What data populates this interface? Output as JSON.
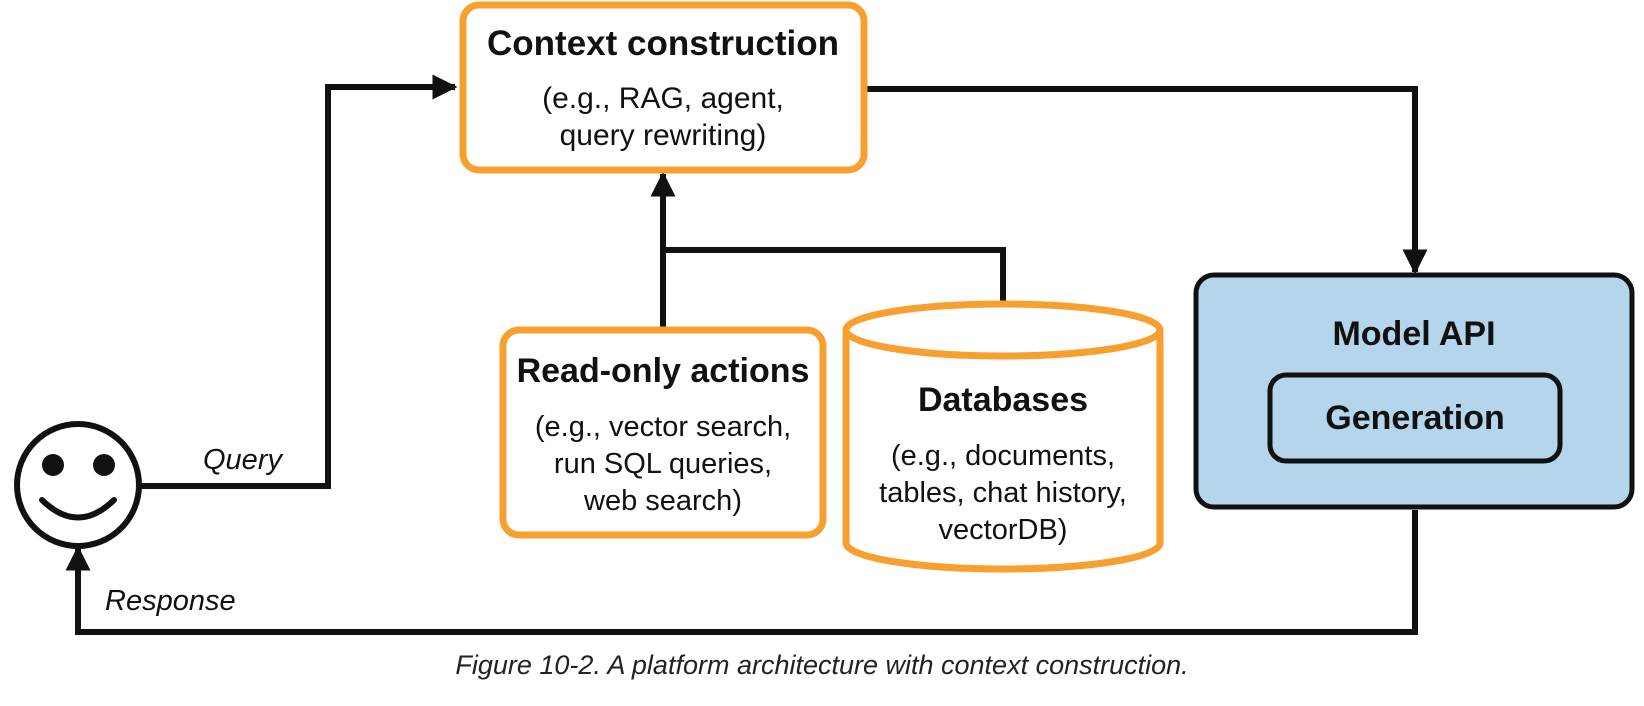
{
  "nodes": {
    "context_construction": {
      "title": "Context construction",
      "detail_line1": "(e.g., RAG, agent,",
      "detail_line2": "query rewriting)"
    },
    "read_only_actions": {
      "title": "Read-only actions",
      "detail_line1": "(e.g., vector search,",
      "detail_line2": "run SQL queries,",
      "detail_line3": "web search)"
    },
    "databases": {
      "title": "Databases",
      "detail_line1": "(e.g., documents,",
      "detail_line2": "tables, chat history,",
      "detail_line3": "vectorDB)"
    },
    "model_api": {
      "title": "Model API",
      "inner": "Generation"
    },
    "user": {
      "icon": "smiley-face-icon"
    }
  },
  "edges": {
    "query_label": "Query",
    "response_label": "Response"
  },
  "caption": "Figure 10-2. A platform architecture with context construction.",
  "colors": {
    "orange_border": "#F7A030",
    "model_fill": "#B4D5EC",
    "stroke": "#111111"
  }
}
